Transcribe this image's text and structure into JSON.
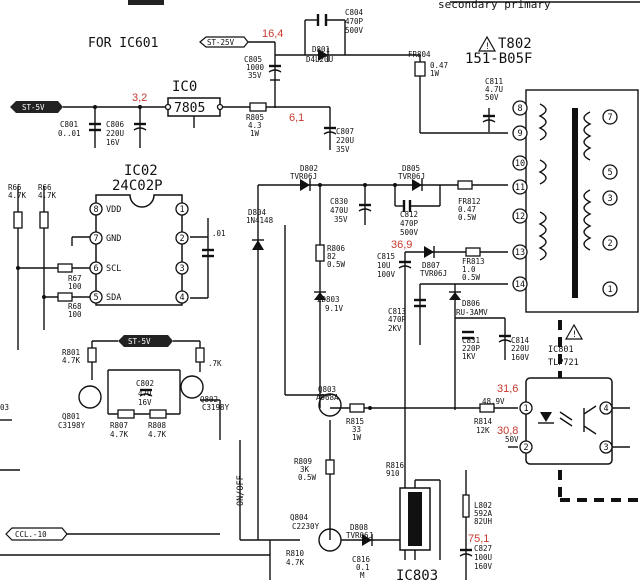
{
  "header": {
    "for_ic601": "FOR IC601",
    "top_right": "secondary  primary"
  },
  "tags": {
    "st25v": "ST-25V",
    "st5v": "ST-5V",
    "st5v_b": "ST-5V",
    "ccl10": "CCL.-10"
  },
  "voltages": {
    "v16_4": "16,4",
    "v3_2": "3,2",
    "v6_1": "6,1",
    "v36_9": "36,9",
    "v31_6": "31,6",
    "v30_8": "30,8",
    "v75_1": "75,1"
  },
  "transformer": {
    "name": "T802",
    "part": "151-B05F",
    "left_pins": [
      "8",
      "9",
      "10",
      "11",
      "12",
      "13",
      "14"
    ],
    "right_pins": [
      "7",
      "5",
      "3",
      "2",
      "1"
    ]
  },
  "ics": {
    "ic0": {
      "name": "IC0",
      "part": "7805"
    },
    "ic02": {
      "name": "IC02",
      "part": "24C02P",
      "left_pins": [
        "8",
        "7",
        "6",
        "5"
      ],
      "left_labels": [
        "VDD",
        "GND",
        "SCL",
        "SDA"
      ],
      "right_pins": [
        "1",
        "2",
        "3",
        "4"
      ]
    },
    "ic801": {
      "name": "IC801",
      "part": "TLP721",
      "pins_left": [
        "1",
        "2"
      ],
      "pins_right": [
        "4",
        "3"
      ]
    },
    "ic803": {
      "name": "IC803"
    }
  },
  "components": {
    "c804": [
      "C804",
      "470P",
      "500V"
    ],
    "c805": [
      "C805",
      "1000",
      "35V"
    ],
    "d801": [
      "D801",
      "D4L20U"
    ],
    "fr804": [
      "FR804",
      "0.47",
      "1W"
    ],
    "c811": [
      "C811",
      "4.7U",
      "50V"
    ],
    "c801": [
      "C801",
      "0..01"
    ],
    "c806": [
      "C806",
      "220U",
      "16V"
    ],
    "r805": [
      "R805",
      "4.3",
      "1W"
    ],
    "c807": [
      "C807",
      "220U",
      "35V"
    ],
    "d802": [
      "D802",
      "TVR06J"
    ],
    "d805": [
      "D805",
      "TVR06J"
    ],
    "fr812": [
      "FR812",
      "0.47",
      "0.5W"
    ],
    "c830": [
      "C830",
      "470U",
      "35V"
    ],
    "c812": [
      "C812",
      "470P",
      "500V"
    ],
    "d804": [
      "D804",
      "1N4148"
    ],
    "r806": [
      "R806",
      "82",
      "0.5W"
    ],
    "c815": [
      "C815",
      "10U",
      "100V"
    ],
    "d807": [
      "D807",
      "TVR06J"
    ],
    "fr813": [
      "FR813",
      "1.0",
      "0.5W"
    ],
    "zd803": [
      "ZD803",
      "9.1V"
    ],
    "c813": [
      "C813",
      "470P",
      "2KV"
    ],
    "d806": [
      "D806",
      "RU-3AMV"
    ],
    "c831": [
      "C831",
      "220P",
      "1KV"
    ],
    "c814": [
      "C814",
      "220U",
      "160V"
    ],
    "r65": [
      "R65",
      "4.7K"
    ],
    "r66": [
      "R66",
      "4.7K"
    ],
    "r67": [
      "R67",
      "100"
    ],
    "r68": [
      "R68",
      "100"
    ],
    "cap01": [
      ".01"
    ],
    "r801": [
      "R801",
      "4.7K"
    ],
    "c802": [
      "C802",
      "47U",
      "16V"
    ],
    "q801": [
      "Q801",
      "C3198Y"
    ],
    "q802": [
      "Q802",
      "C3198Y"
    ],
    "r807": [
      "R807",
      "4.7K"
    ],
    "r808": [
      "R808",
      "4.7K"
    ],
    "r7k": [
      ".7K"
    ],
    "q803": [
      "Q803",
      "A968A"
    ],
    "r815": [
      "R815",
      "33",
      "1W"
    ],
    "r814": [
      "R814",
      "12K"
    ],
    "v48_9": [
      "48.9V"
    ],
    "v50": [
      "50V"
    ],
    "r809": [
      "R809",
      "3K",
      "0.5W"
    ],
    "r816": [
      "R816",
      "910"
    ],
    "q804": [
      "Q804",
      "C2230Y"
    ],
    "d808": [
      "D808",
      "TVR06J"
    ],
    "l802": [
      "L802",
      "592A",
      "82UH"
    ],
    "r810": [
      "R810",
      "4.7K"
    ],
    "c816": [
      "C816",
      "0.1",
      "M"
    ],
    "c827": [
      "C827",
      "100U",
      "160V"
    ],
    "q03": [
      "03"
    ]
  },
  "onoff": "ON/OFF"
}
